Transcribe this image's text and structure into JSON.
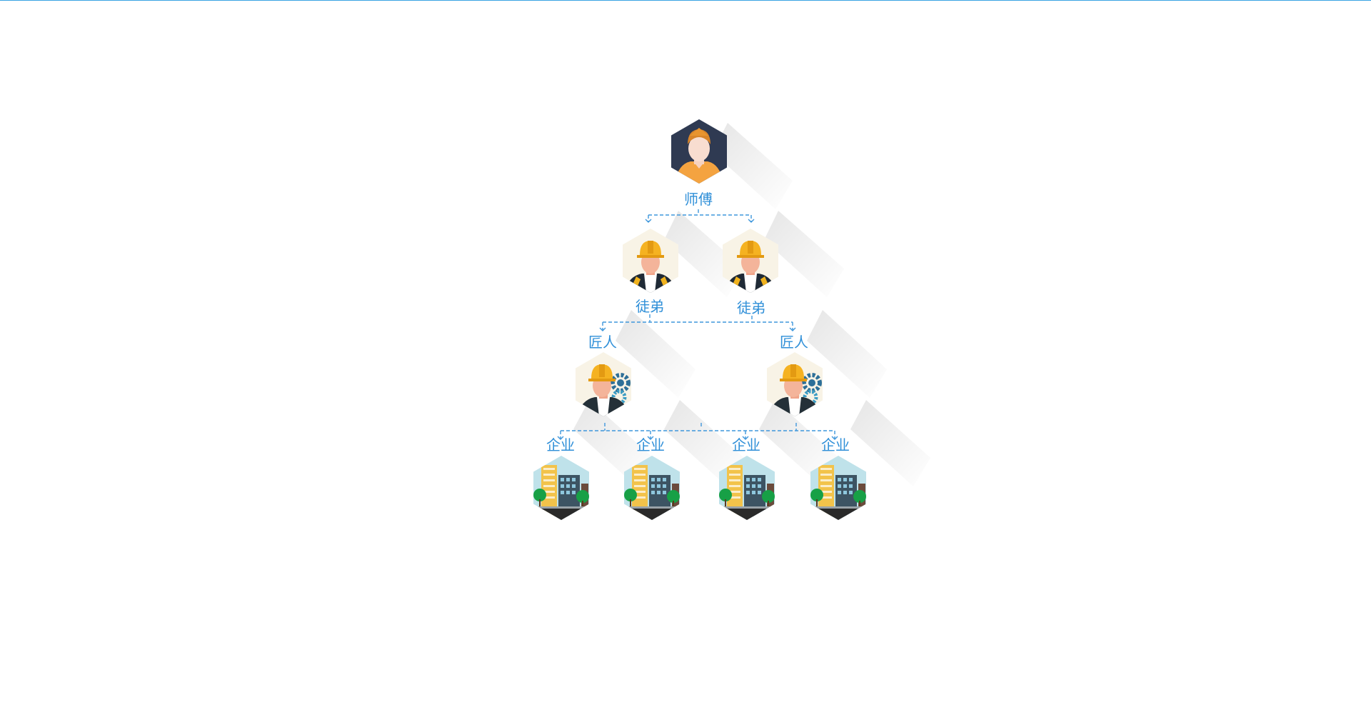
{
  "accent_color": "#3aa3e3",
  "label_color": "#2f8fd8",
  "diagram": {
    "master": {
      "label": "师傅",
      "icon": "master-worker-icon"
    },
    "apprentices": [
      {
        "label": "徒弟",
        "icon": "apprentice-worker-icon"
      },
      {
        "label": "徒弟",
        "icon": "apprentice-worker-icon"
      }
    ],
    "craftsmen": [
      {
        "label": "匠人",
        "icon": "craftsman-gear-icon"
      },
      {
        "label": "匠人",
        "icon": "craftsman-gear-icon"
      }
    ],
    "companies": [
      {
        "label": "企业",
        "icon": "company-building-icon"
      },
      {
        "label": "企业",
        "icon": "company-building-icon"
      },
      {
        "label": "企业",
        "icon": "company-building-icon"
      },
      {
        "label": "企业",
        "icon": "company-building-icon"
      }
    ]
  }
}
